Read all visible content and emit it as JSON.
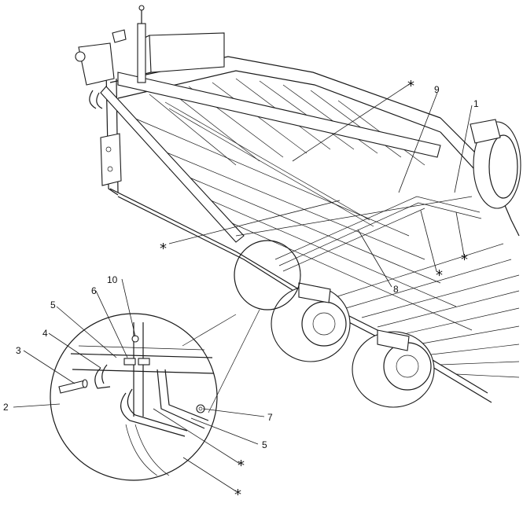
{
  "callouts": {
    "c1": "1",
    "c2": "2",
    "c3": "3",
    "c4": "4",
    "c5a": "5",
    "c5b": "5",
    "c6": "6",
    "c7": "7",
    "c8": "8",
    "c9": "9",
    "c10": "10",
    "star_mark": "*"
  },
  "colors": {
    "line": "#1a1a1a",
    "background": "#ffffff"
  }
}
